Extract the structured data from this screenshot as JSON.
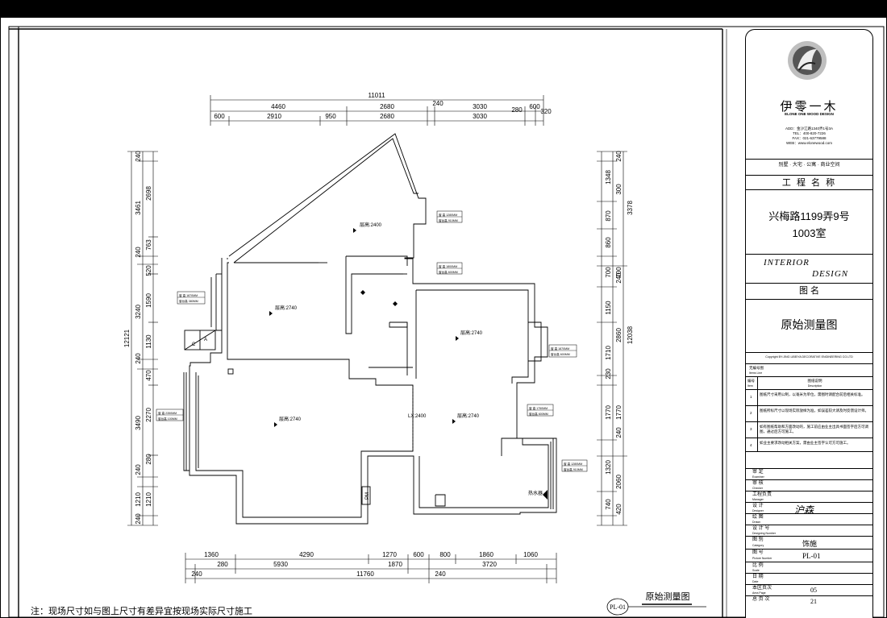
{
  "dimensions": {
    "top_total": "11011",
    "top_row1": [
      "4460",
      "2680",
      "240",
      "3030",
      "280",
      "600",
      "320"
    ],
    "top_row2": [
      "600",
      "2910",
      "950",
      "2680",
      "3030"
    ],
    "left_total": "12121",
    "left_outer": [
      "240",
      "3461",
      "240",
      "3240",
      "240",
      "3490",
      "240",
      "1210",
      "240"
    ],
    "left_inner": [
      "2698",
      "763",
      "520",
      "1590",
      "1130",
      "470",
      "2270",
      "280",
      "1210"
    ],
    "right_outer": [
      "240",
      "3378",
      "300",
      "240",
      "2860",
      "12038",
      "240",
      "420"
    ],
    "right_inner": [
      "1348",
      "870",
      "860",
      "700",
      "700",
      "1150",
      "1710",
      "230",
      "1770",
      "1770",
      "1320",
      "2060",
      "740"
    ],
    "bottom_row1": [
      "1360",
      "4290",
      "1270",
      "600",
      "800",
      "1860",
      "1060"
    ],
    "bottom_row2": [
      "280",
      "5930",
      "1870",
      "3720"
    ],
    "bottom_row3": [
      "240",
      "11760",
      "240"
    ]
  },
  "rooms": {
    "ceiling_top": "层高:2400",
    "ceiling_left": "层高:2740",
    "ceiling_right": "层高:2740",
    "ceiling_living": "层高:2740",
    "ceiling_dining": "层高:2740",
    "lx": "LX:2400",
    "pm": "PM",
    "water_heater": "热水器",
    "meter_a": "A",
    "meter_c": "C"
  },
  "window_tags": {
    "w1": [
      "窗 高 1280MM",
      "窗台高 910MM"
    ],
    "w2": [
      "窗 高 1800MM",
      "窗台高 600MM"
    ],
    "w3": [
      "窗 高 1870MM",
      "窗台高 380MM"
    ],
    "w4": [
      "窗 高 1870MM",
      "窗台高 600MM"
    ],
    "w5": [
      "窗 高 2350MM",
      "窗台高 100MM"
    ],
    "w6": [
      "窗 高 1750MM",
      "窗台高 600MM"
    ],
    "w7": [
      "窗 高 1280MM",
      "窗台高 910MM"
    ]
  },
  "note": "注：现场尺寸如与图上尺寸有差异宜按现场实际尺寸施工",
  "drawing_tag": "PL-01",
  "drawing_name": "原始测量图",
  "titleblock": {
    "logo_cn": "伊零一木",
    "logo_en": "ELONE ONE WOOD DESIGN",
    "contact": [
      "ADD：金沙江路1340弄1号3A",
      "TEL：400-820-7226",
      "FAX：021-63779588",
      "WEB：www.elonewood.com"
    ],
    "services": "别墅 · 大宅 · 公寓 · 商业空间",
    "project_label": "工 程 名 称",
    "project_name_1": "兴梅路1199弄9号",
    "project_name_2": "1003室",
    "interior": "INTERIOR",
    "design": "DESIGN",
    "drawing_label": "图      名",
    "drawing_title": "原始测量图",
    "copyright": "Copyright BY:JING LIBEIYA DECORATIVE ENGINEERING CO.LTD",
    "notes_header": "无编号图",
    "notes_header_en": "Items Line",
    "col_no": "编号",
    "col_no_en": "Item",
    "col_desc": "图纸说明",
    "col_desc_en": "Description",
    "notes": [
      {
        "no": "1",
        "text": "图纸尺寸采用公制，以毫米为单位，需图时请配合前后相关标准。"
      },
      {
        "no": "2",
        "text": "图纸所标尺寸以现场实际放样为准，如误差较大请及时反馈设计师。"
      },
      {
        "no": "3",
        "text": "如有图纸帮助和方面改动的，施工前应由业主出具书面签字后方可调图，通过后方可施工。"
      },
      {
        "no": "4",
        "text": "如业主要求改动相关方案，需由业主签字认可方可施工。"
      }
    ],
    "fields": [
      {
        "cn": "审      定",
        "en": "Examiner",
        "value": ""
      },
      {
        "cn": "审      核",
        "en": "Checker",
        "value": ""
      },
      {
        "cn": "工程负责",
        "en": "Manager",
        "value": ""
      },
      {
        "cn": "设      计",
        "en": "Designer",
        "value": "沪森"
      },
      {
        "cn": "绘      图",
        "en": "Drawn",
        "value": ""
      },
      {
        "cn": "设 计 号",
        "en": "Designing Number",
        "value": ""
      },
      {
        "cn": "图      别",
        "en": "Category",
        "value": "饰施"
      },
      {
        "cn": "图      号",
        "en": "Picture Number",
        "value": "PL-01"
      },
      {
        "cn": "比      例",
        "en": "Scale",
        "value": ""
      },
      {
        "cn": "日      期",
        "en": "Date",
        "value": ""
      },
      {
        "cn": "本区页次",
        "en": "Area Page",
        "value": "05"
      },
      {
        "cn": "总 页 次",
        "en": "Total",
        "value": "21"
      }
    ]
  }
}
